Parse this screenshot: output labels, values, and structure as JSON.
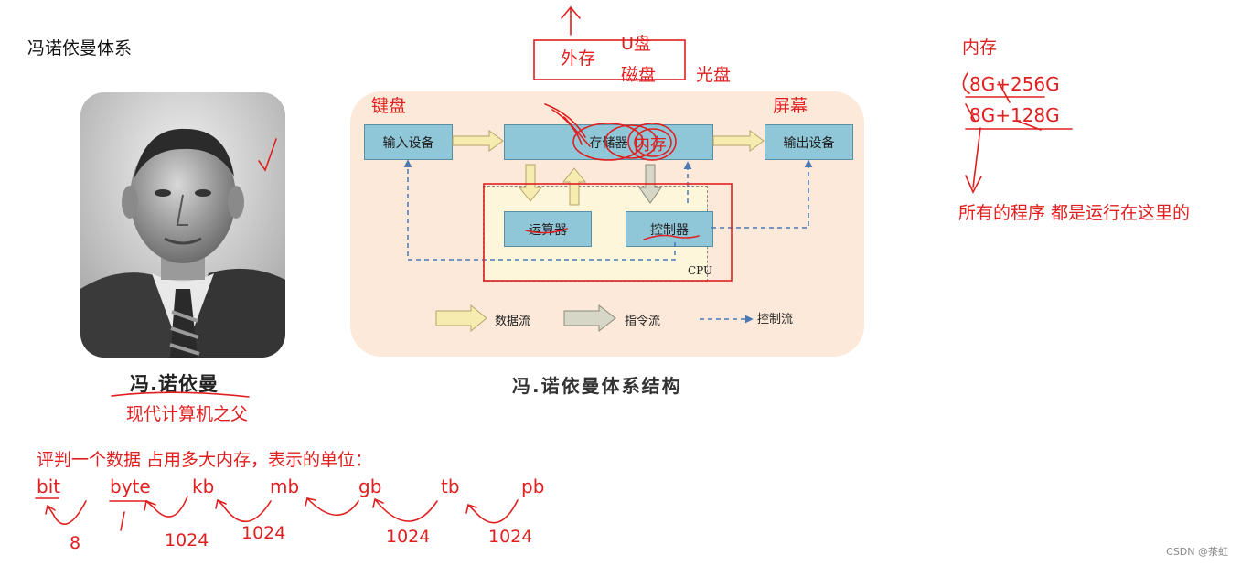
{
  "header": {
    "title": "冯诺依曼体系"
  },
  "portrait": {
    "name": "冯.诺依曼",
    "caption": "现代计算机之父"
  },
  "diagram": {
    "nodes": {
      "input": "输入设备",
      "memory": "存储器",
      "output": "输出设备",
      "alu": "运算器",
      "control": "控制器"
    },
    "cpu_label": "CPU",
    "legend": {
      "data_flow": "数据流",
      "instruction_flow": "指令流",
      "control_flow": "控制流"
    },
    "caption": "冯.诺依曼体系结构",
    "colors": {
      "node": "#8fc7d9",
      "panel": "#fce9d9",
      "cpu": "#fdf6da",
      "annotation": "#e02020"
    }
  },
  "annotations": {
    "external_storage": "外存",
    "usb_disk": "U盘",
    "magnetic_disk": "磁盘",
    "optical_disk": "光盘",
    "keyboard": "键盘",
    "screen": "屏幕",
    "inner_memory_on_node": "内存",
    "memory_heading": "内存",
    "spec1": "8G+256G",
    "spec2": "8G+128G",
    "memory_note": "所有的程序  都是运行在这里的",
    "units_question": "评判一个数据 占用多大内存，表示的单位：",
    "units": [
      "bit",
      "byte",
      "kb",
      "mb",
      "gb",
      "tb",
      "pb"
    ],
    "factors": [
      "8",
      "1024",
      "1024",
      "1024",
      "1024"
    ]
  },
  "watermark": "CSDN @茶虹"
}
